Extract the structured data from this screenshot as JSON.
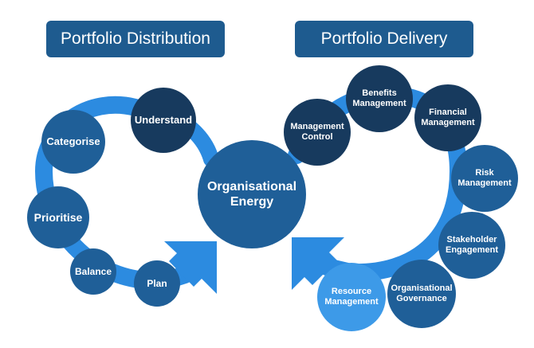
{
  "headers": {
    "distribution": "Portfolio Distribution",
    "delivery": "Portfolio Delivery"
  },
  "colors": {
    "header_bg": "#1e5b8f",
    "arrow": "#2c8be0",
    "dark_navy": "#173a5e",
    "mid_blue": "#1f5f98",
    "bright_blue": "#2d8be0",
    "light_blue": "#3d9ae8"
  },
  "nodes": {
    "organisational_energy": "Organisational\nEnergy",
    "understand": "Understand",
    "categorise": "Categorise",
    "prioritise": "Prioritise",
    "balance": "Balance",
    "plan": "Plan",
    "management_control": "Management\nControl",
    "benefits_management": "Benefits\nManagement",
    "financial_management": "Financial\nManagement",
    "risk_management": "Risk\nManagement",
    "stakeholder_engagement": "Stakeholder\nEngagement",
    "organisational_governance": "Organisational\nGovernance",
    "resource_management": "Resource\nManagement"
  }
}
